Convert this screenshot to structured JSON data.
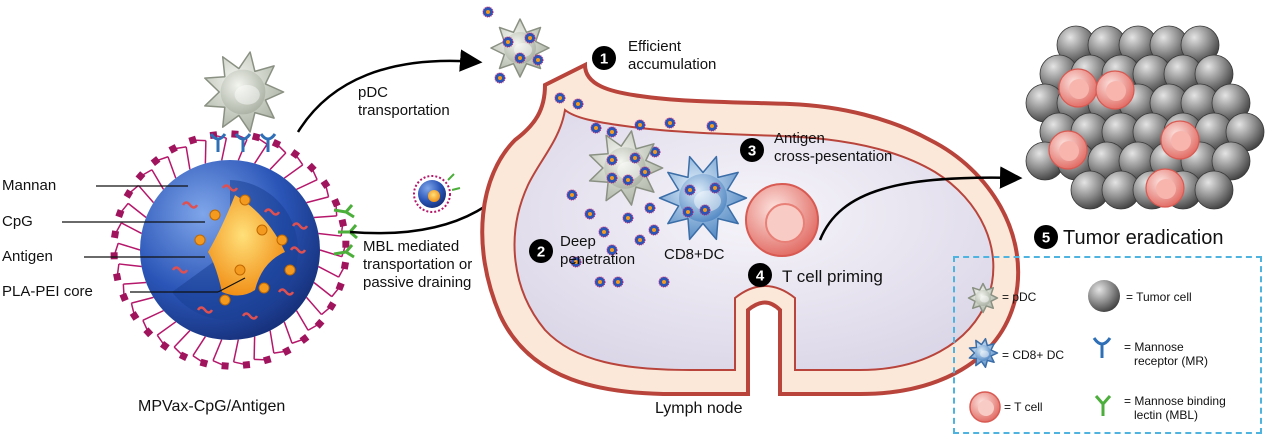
{
  "vaccine": {
    "layers": [
      "Mannan",
      "CpG",
      "Antigen",
      "PLA-PEI core"
    ],
    "caption": "MPVax-CpG/Antigen"
  },
  "pathways": {
    "pdc": "pDC\ntransportation",
    "mbl": "MBL mediated\ntransportation or\npassive draining"
  },
  "node": {
    "caption": "Lymph node",
    "cd8_label": "CD8+DC"
  },
  "steps": [
    {
      "num": "1",
      "text": "Efficient\naccumulation"
    },
    {
      "num": "2",
      "text": "Deep\npenetration"
    },
    {
      "num": "3",
      "text": "Antigen\ncross-pesentation"
    },
    {
      "num": "4",
      "text": "T cell priming"
    },
    {
      "num": "5",
      "text": "Tumor eradication"
    }
  ],
  "legend": [
    {
      "icon": "pdc-icon",
      "label": "= pDC"
    },
    {
      "icon": "tumor-cell-icon",
      "label": "= Tumor cell"
    },
    {
      "icon": "cd8-dc-icon",
      "label": "= CD8+ DC"
    },
    {
      "icon": "mannose-receptor-icon",
      "label": "= Mannose\n   receptor (MR)"
    },
    {
      "icon": "t-cell-icon",
      "label": "= T cell"
    },
    {
      "icon": "mbl-icon",
      "label": "= Mannose binding\n   lectin (MBL)"
    }
  ],
  "colors": {
    "pdc": "#c9cec3",
    "cd8_dc": "#6f9ccb",
    "t_cell": "#f08e86",
    "tumor": "#8a8a8a",
    "node_outer": "#fbe8d8",
    "node_border": "#b8443c",
    "node_inner": "#e7e3ef",
    "nanoparticle": "#2a55b7",
    "core": "#f49a1e",
    "mannan": "#b5176b",
    "mbl": "#4cae3b",
    "mr": "#2f6fb7",
    "legend_border": "#4fb3e0"
  }
}
